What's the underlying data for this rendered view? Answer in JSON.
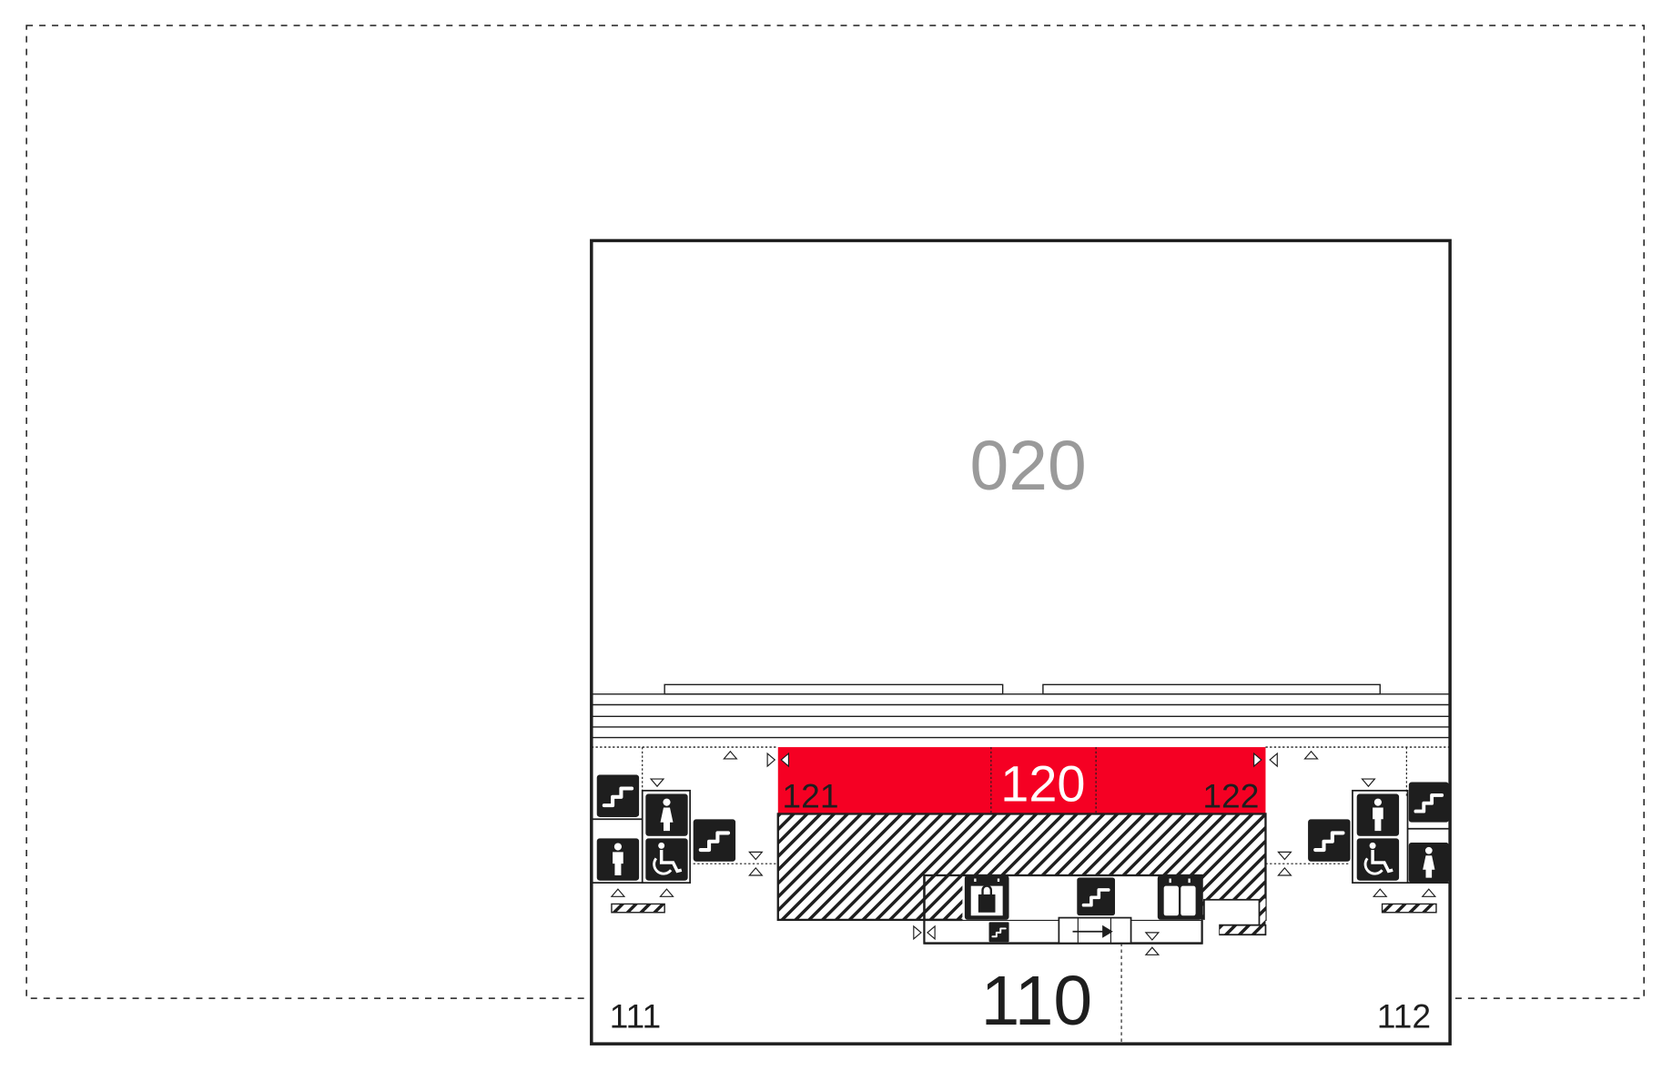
{
  "floor_plan": {
    "rooms": {
      "upper_area": "020",
      "highlighted": "120",
      "highlighted_left": "121",
      "highlighted_right": "122",
      "lower_main": "110",
      "lower_left": "111",
      "lower_right": "112"
    },
    "colors": {
      "highlight": "#f50023",
      "ink": "#1e1e1e",
      "muted_label": "#9a9a9a"
    },
    "icons": [
      "stairs-icon",
      "female-restroom-icon",
      "male-restroom-icon",
      "wheelchair-icon",
      "goods-elevator-icon",
      "elevator-icon",
      "door-arrow-icon"
    ]
  }
}
